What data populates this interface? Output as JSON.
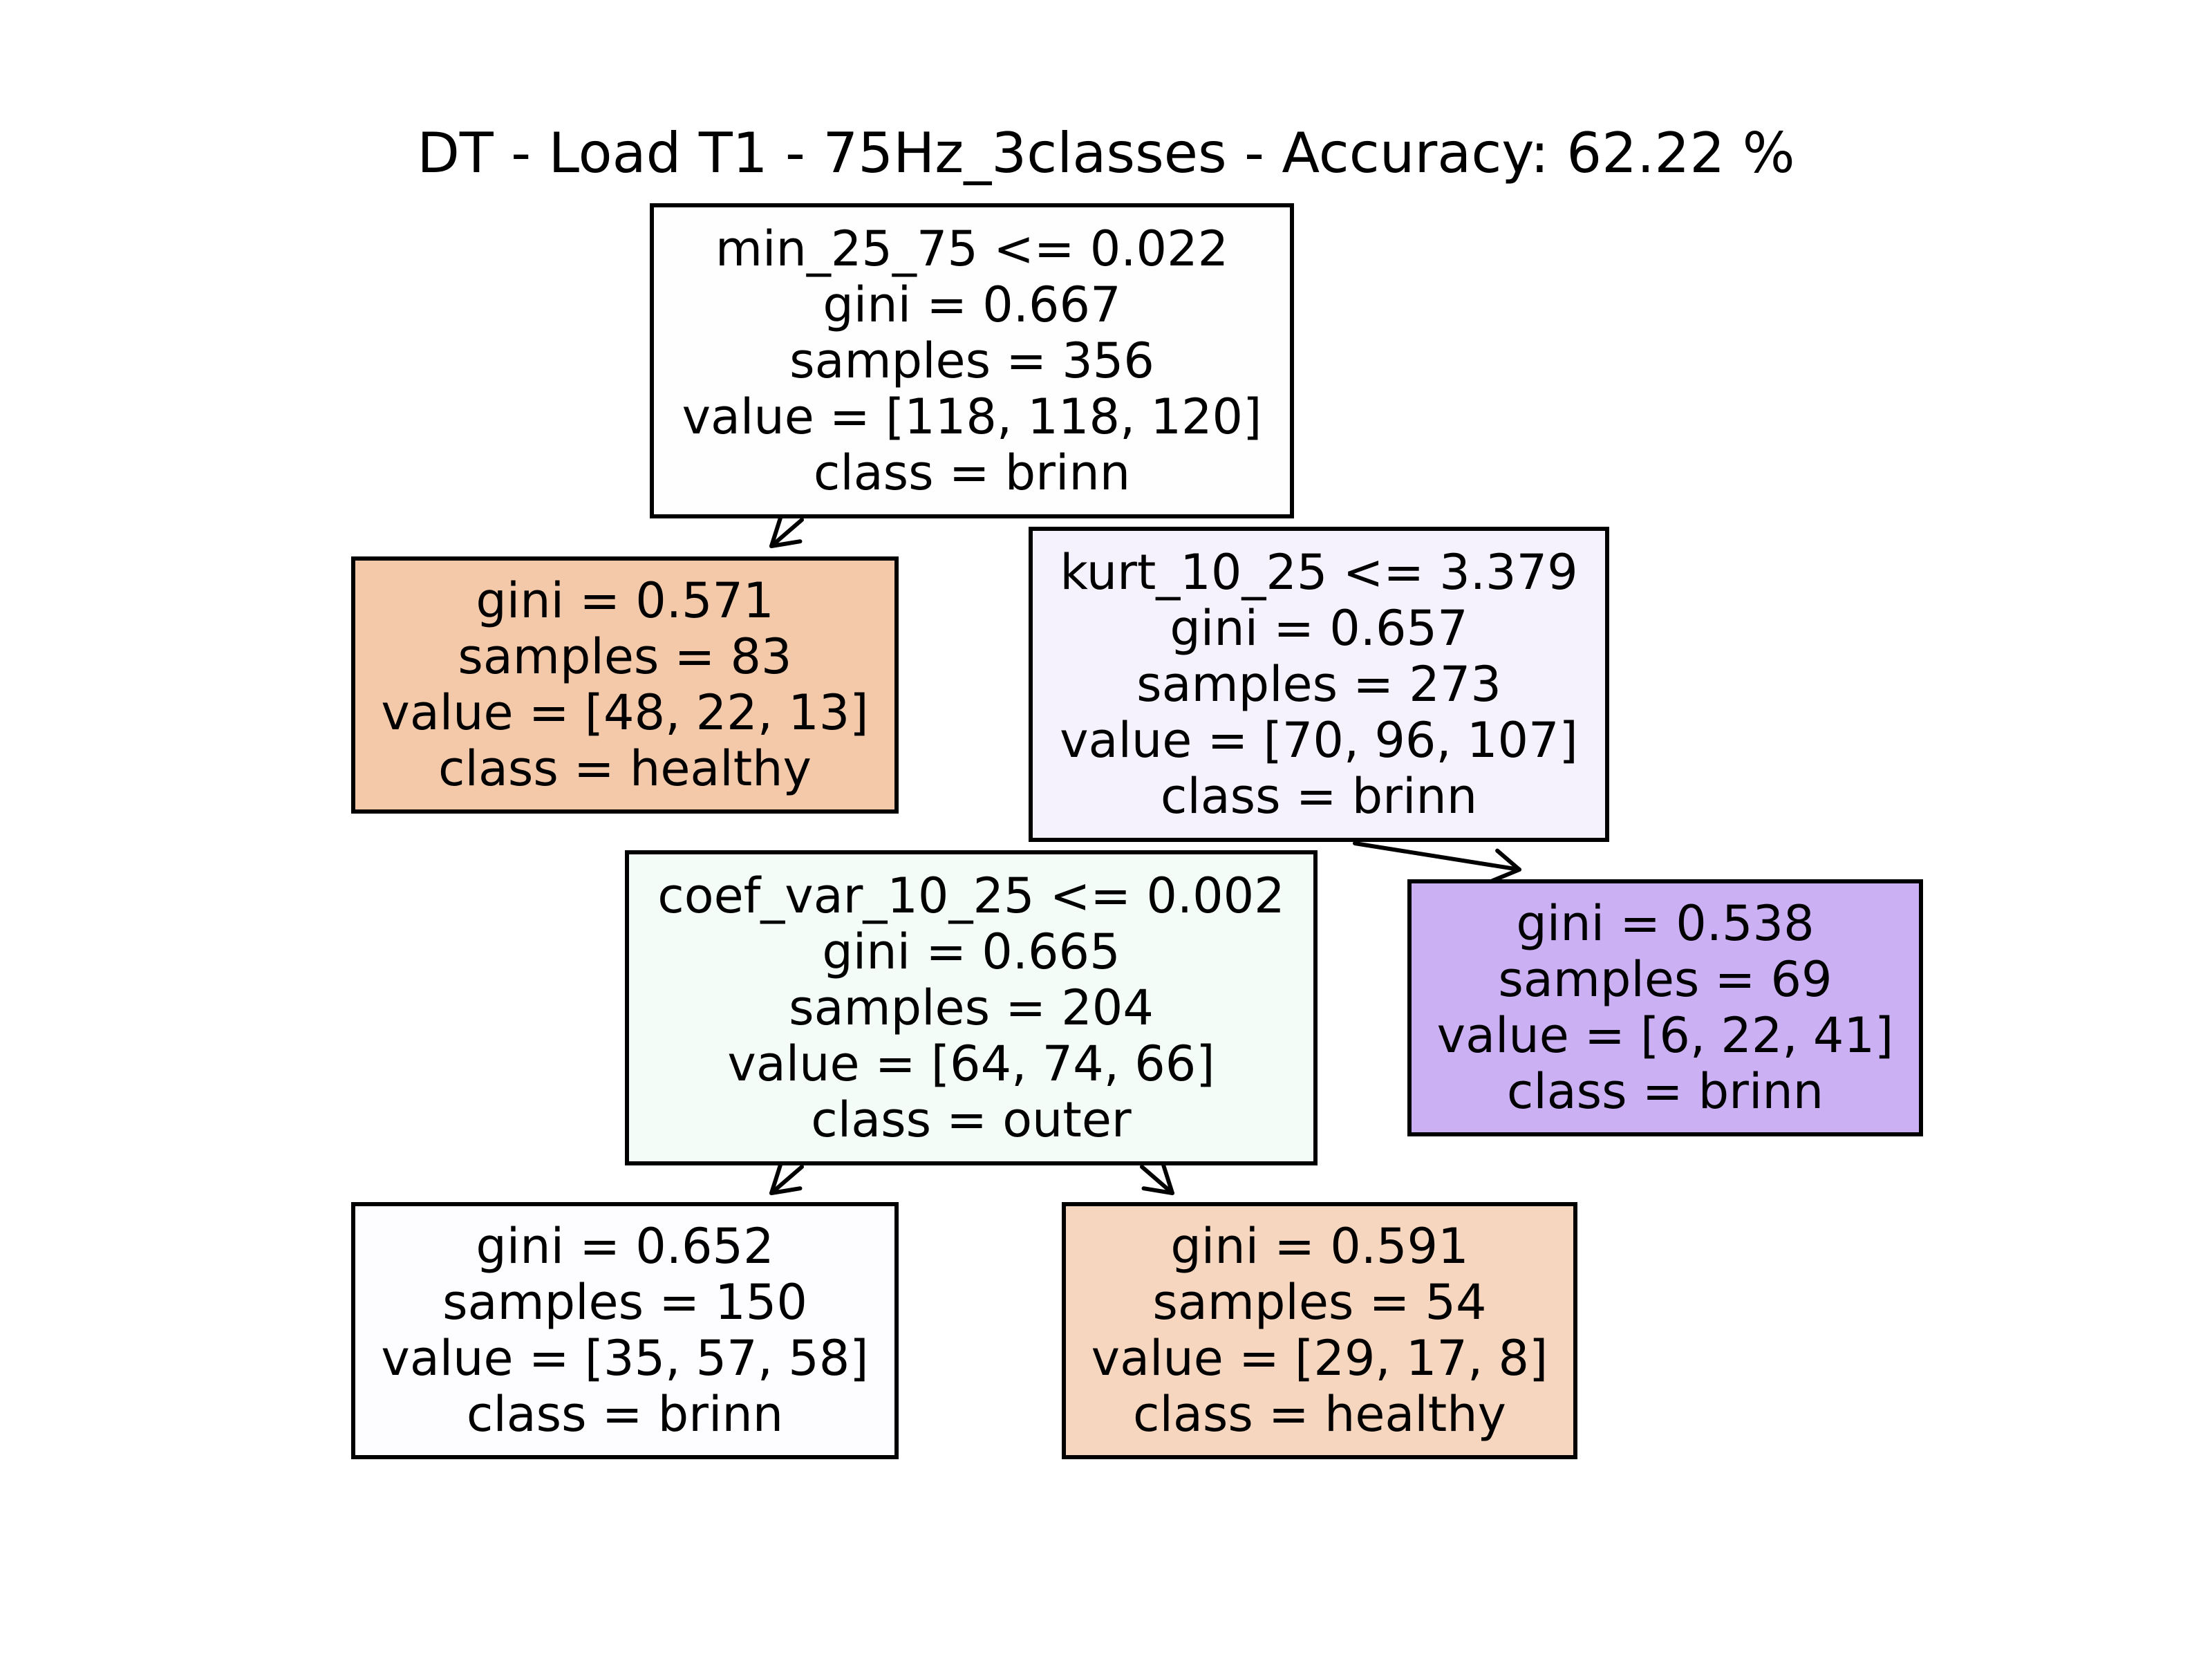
{
  "title": "DT - Load T1 - 75Hz_3classes - Accuracy: 62.22 %",
  "tree": {
    "nodes": [
      {
        "id": "root",
        "split": "min_25_75 <= 0.022",
        "gini": "gini = 0.667",
        "samples": "samples = 356",
        "value": "value = [118, 118, 120]",
        "class": "class = brinn",
        "fill": "#fefeff"
      },
      {
        "id": "n1",
        "gini": "gini = 0.571",
        "samples": "samples = 83",
        "value": "value = [48, 22, 13]",
        "class": "class = healthy",
        "fill": "#f3c9aa"
      },
      {
        "id": "n2",
        "split": "kurt_10_25 <= 3.379",
        "gini": "gini = 0.657",
        "samples": "samples = 273",
        "value": "value = [70, 96, 107]",
        "class": "class = brinn",
        "fill": "#f5f2fd"
      },
      {
        "id": "n3",
        "split": "coef_var_10_25 <= 0.002",
        "gini": "gini = 0.665",
        "samples": "samples = 204",
        "value": "value = [64, 74, 66]",
        "class": "class = outer",
        "fill": "#f3fcf7"
      },
      {
        "id": "n4",
        "gini": "gini = 0.538",
        "samples": "samples = 69",
        "value": "value = [6, 22, 41]",
        "class": "class = brinn",
        "fill": "#cbb1f4"
      },
      {
        "id": "n5",
        "gini": "gini = 0.652",
        "samples": "samples = 150",
        "value": "value = [35, 57, 58]",
        "class": "class = brinn",
        "fill": "#fdfdff"
      },
      {
        "id": "n6",
        "gini": "gini = 0.591",
        "samples": "samples = 54",
        "value": "value = [29, 17, 8]",
        "class": "class = healthy",
        "fill": "#f6d6be"
      }
    ],
    "edges": [
      {
        "from": "root",
        "to": "n1"
      },
      {
        "from": "root",
        "to": "n2"
      },
      {
        "from": "n2",
        "to": "n3"
      },
      {
        "from": "n2",
        "to": "n4"
      },
      {
        "from": "n3",
        "to": "n5"
      },
      {
        "from": "n3",
        "to": "n6"
      }
    ]
  }
}
